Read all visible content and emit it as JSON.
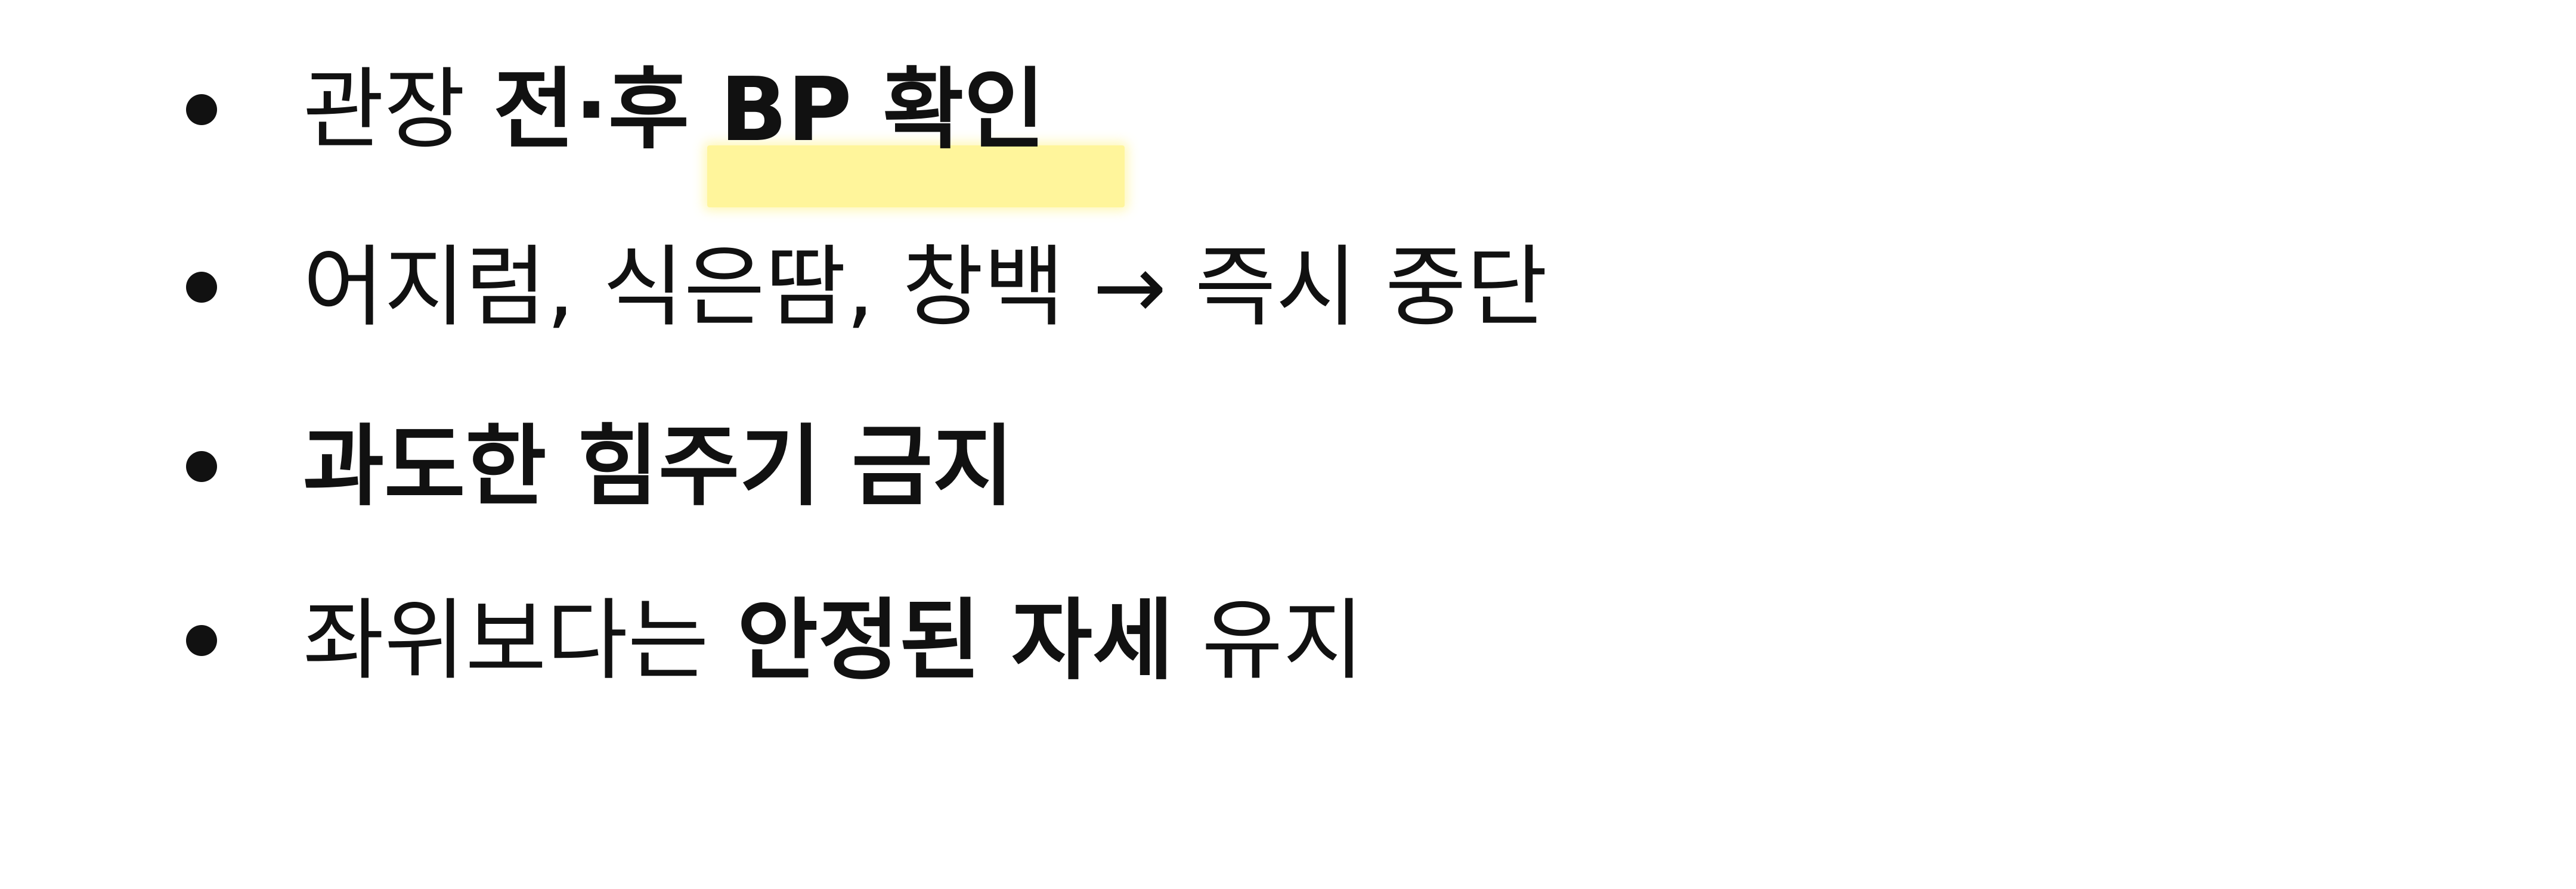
{
  "highlight_color": "#fff48a",
  "bullets": [
    {
      "segments": [
        {
          "text": "관장 ",
          "bold": false
        },
        {
          "text": "전·후 BP 확인",
          "bold": true
        }
      ]
    },
    {
      "segments": [
        {
          "text": "어지럼, 식은땀, 창백 → 즉시 중단",
          "bold": false
        }
      ]
    },
    {
      "segments": [
        {
          "text": "과도한 힘주기 금지",
          "bold": true
        }
      ]
    },
    {
      "segments": [
        {
          "text": "좌위보다는 ",
          "bold": false
        },
        {
          "text": "안정된 자세",
          "bold": true
        },
        {
          "text": " 유지",
          "bold": false
        }
      ]
    }
  ]
}
